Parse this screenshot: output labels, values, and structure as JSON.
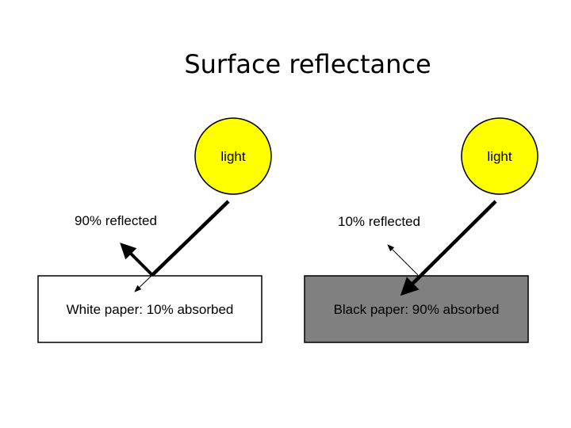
{
  "title": "Surface reflectance",
  "colors": {
    "light": "#ffff00",
    "white_paper": "#ffffff",
    "black_paper": "#808080"
  },
  "panels": [
    {
      "light_label": "light",
      "reflected_label": "90% reflected",
      "paper_label": "White paper: 10% absorbed"
    },
    {
      "light_label": "light",
      "reflected_label": "10% reflected",
      "paper_label": "Black paper: 90% absorbed"
    }
  ]
}
